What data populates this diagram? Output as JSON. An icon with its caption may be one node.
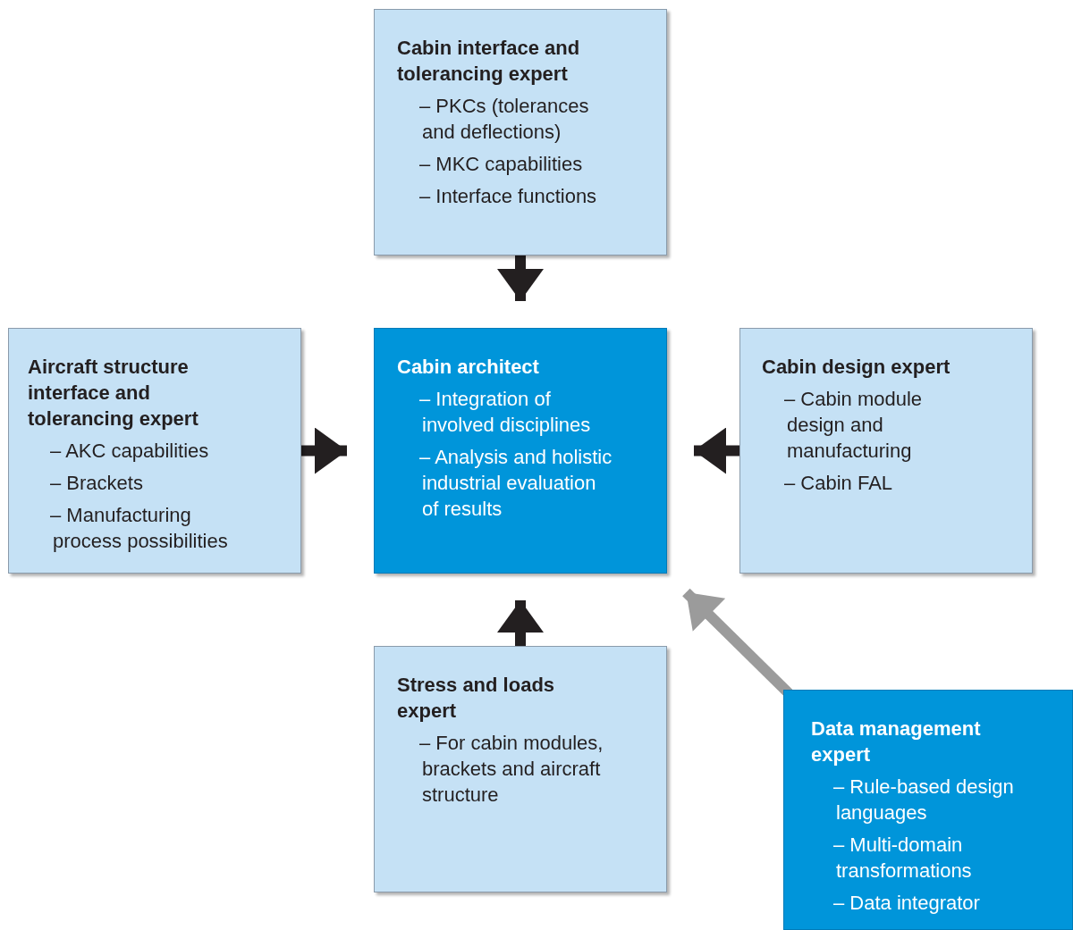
{
  "diagram": {
    "nodes": [
      {
        "text": [
          "Cabin interface and tolerancing expert",
          "– PKCs (tolerances and deflections)",
          "– MKC capabilities",
          "– Interface functions"
        ]
      },
      {
        "text": [
          "Aircraft structure interface and tolerancing expert",
          "– AKC capabilities",
          "– Brackets",
          "– Manufacturing process possibilities"
        ]
      },
      {
        "text": [
          "Cabin architect",
          "– Integration of involved disciplines",
          "– Analysis and holistic industrial evaluation of results"
        ]
      },
      {
        "text": [
          "Cabin design expert",
          "– Cabin module design and manufacturing",
          "– Cabin FAL"
        ]
      },
      {
        "text": [
          "Stress and loads expert",
          "– For cabin modules, brackets and aircraft structure"
        ]
      },
      {
        "text": [
          "Data management expert",
          "– Rule-based design languages",
          "– Multi-domain transformations",
          "– Data integrator"
        ]
      }
    ],
    "edges": [
      {
        "from": 0,
        "to": 2,
        "arrow": "to"
      },
      {
        "from": 1,
        "to": 2,
        "arrow": "to"
      },
      {
        "from": 3,
        "to": 2,
        "arrow": "to"
      },
      {
        "from": 4,
        "to": 2,
        "arrow": "to"
      },
      {
        "from": 5,
        "to": 2,
        "arrow": "to",
        "color": "#9b9b9b"
      }
    ]
  }
}
